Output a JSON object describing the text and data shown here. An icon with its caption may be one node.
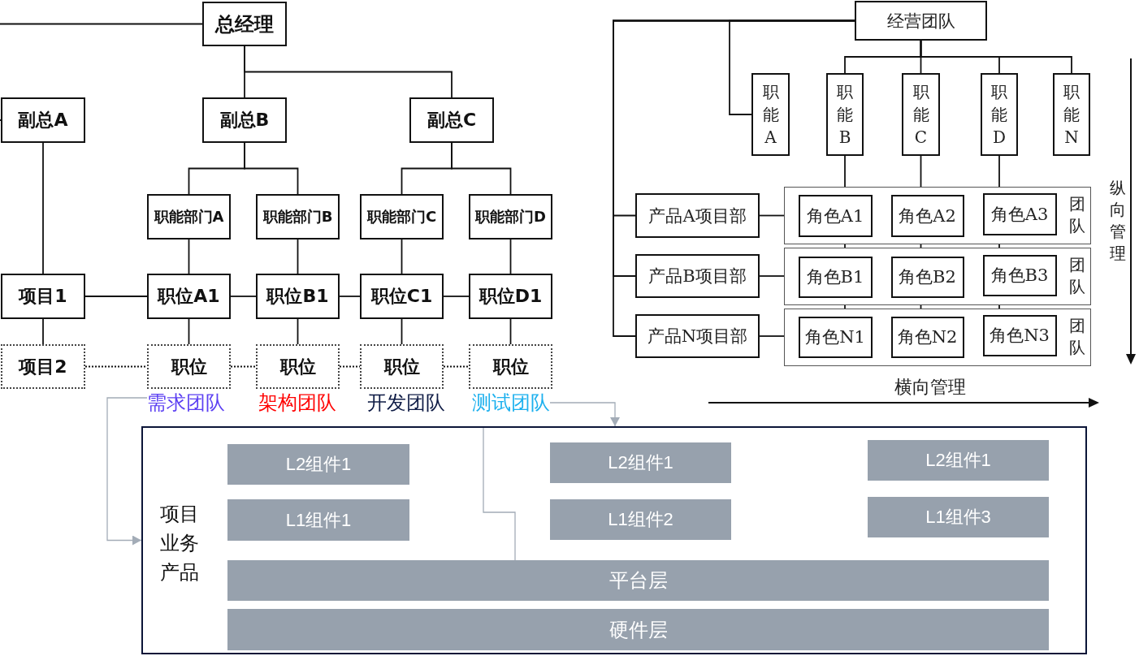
{
  "diagram": {
    "nodes": [
      {
        "text": [
          "总经理"
        ]
      },
      {
        "text": [
          "副总A"
        ]
      },
      {
        "text": [
          "副总B"
        ]
      },
      {
        "text": [
          "副总C"
        ]
      },
      {
        "text": [
          "职能部门A"
        ]
      },
      {
        "text": [
          "职能部门B"
        ]
      },
      {
        "text": [
          "职能部门C"
        ]
      },
      {
        "text": [
          "职能部门D"
        ]
      },
      {
        "text": [
          "项目1"
        ]
      },
      {
        "text": [
          "职位A1"
        ]
      },
      {
        "text": [
          "职位B1"
        ]
      },
      {
        "text": [
          "职位C1"
        ]
      },
      {
        "text": [
          "职位D1"
        ]
      },
      {
        "text": [
          "项目2"
        ]
      },
      {
        "text": [
          "职位"
        ]
      },
      {
        "text": [
          "职位"
        ]
      },
      {
        "text": [
          "职位"
        ]
      },
      {
        "text": [
          "职位"
        ]
      },
      {
        "text": [
          "需求团队"
        ]
      },
      {
        "text": [
          "测试团队"
        ]
      },
      {
        "text": [
          "经营团队"
        ]
      },
      {
        "text": [
          "职能A"
        ]
      },
      {
        "text": [
          "职能B"
        ]
      },
      {
        "text": [
          "职能C"
        ]
      },
      {
        "text": [
          "职能D"
        ]
      },
      {
        "text": [
          "职能N"
        ]
      },
      {
        "text": [
          "产品A项目部"
        ]
      },
      {
        "text": [
          "团队"
        ]
      },
      {
        "text": [
          "角色A1"
        ],
        "in": 27
      },
      {
        "text": [
          "角色A2"
        ],
        "in": 27
      },
      {
        "text": [
          "角色A3"
        ],
        "in": 27
      },
      {
        "text": [
          "产品B项目部"
        ]
      },
      {
        "text": [
          "团队"
        ]
      },
      {
        "text": [
          "角色B1"
        ],
        "in": 32
      },
      {
        "text": [
          "角色B2"
        ],
        "in": 32
      },
      {
        "text": [
          "角色B3"
        ],
        "in": 32
      },
      {
        "text": [
          "产品N项目部"
        ]
      },
      {
        "text": [
          "团队"
        ]
      },
      {
        "text": [
          "角色N1"
        ],
        "in": 37
      },
      {
        "text": [
          "角色N2"
        ],
        "in": 37
      },
      {
        "text": [
          "角色N3"
        ],
        "in": 37
      },
      {
        "text": [
          "项目业务产品"
        ]
      },
      {
        "text": [
          "L2组件1"
        ],
        "in": 41
      },
      {
        "text": [
          "L2组件1"
        ],
        "in": 41
      },
      {
        "text": [
          "L2组件1"
        ],
        "in": 41
      },
      {
        "text": [
          "L1组件1"
        ],
        "in": 41
      },
      {
        "text": [
          "L1组件2"
        ],
        "in": 41
      },
      {
        "text": [
          "L1组件3"
        ],
        "in": 41
      },
      {
        "text": [
          "平台层"
        ],
        "in": 41
      },
      {
        "text": [
          "硬件层"
        ],
        "in": 41
      }
    ],
    "edges": [
      {
        "from": 0,
        "to": 1,
        "arrow": "none"
      },
      {
        "from": 0,
        "to": 2,
        "arrow": "none"
      },
      {
        "from": 0,
        "to": 3,
        "arrow": "none"
      },
      {
        "from": 1,
        "to": 8,
        "arrow": "none"
      },
      {
        "from": 2,
        "to": 4,
        "arrow": "none"
      },
      {
        "from": 2,
        "to": 5,
        "arrow": "none"
      },
      {
        "from": 3,
        "to": 6,
        "arrow": "none"
      },
      {
        "from": 3,
        "to": 7,
        "arrow": "none"
      },
      {
        "from": 4,
        "to": 9,
        "arrow": "none"
      },
      {
        "from": 5,
        "to": 10,
        "arrow": "none"
      },
      {
        "from": 6,
        "to": 11,
        "arrow": "none"
      },
      {
        "from": 7,
        "to": 12,
        "arrow": "none"
      },
      {
        "from": 8,
        "to": 9,
        "arrow": "none"
      },
      {
        "from": 9,
        "to": 10,
        "arrow": "none"
      },
      {
        "from": 10,
        "to": 11,
        "arrow": "none"
      },
      {
        "from": 11,
        "to": 12,
        "arrow": "none"
      },
      {
        "from": 8,
        "to": 13,
        "arrow": "none"
      },
      {
        "from": 9,
        "to": 14,
        "arrow": "none"
      },
      {
        "from": 10,
        "to": 15,
        "arrow": "none"
      },
      {
        "from": 11,
        "to": 16,
        "arrow": "none"
      },
      {
        "from": 12,
        "to": 17,
        "arrow": "none"
      },
      {
        "from": 13,
        "to": 14,
        "arrow": "none",
        "style": "dashed"
      },
      {
        "from": 14,
        "to": 15,
        "arrow": "none",
        "style": "dashed"
      },
      {
        "from": 15,
        "to": 16,
        "arrow": "none",
        "style": "dashed"
      },
      {
        "from": 16,
        "to": 17,
        "arrow": "none",
        "style": "dashed"
      },
      {
        "from": 18,
        "to": 41,
        "arrow": "to",
        "color": "#a3acb7"
      },
      {
        "from": 19,
        "to": 41,
        "arrow": "to",
        "color": "#a3acb7"
      },
      {
        "from": 41,
        "to": 48,
        "arrow": "none",
        "color": "#a3acb7"
      },
      {
        "from": 20,
        "to": 21,
        "arrow": "none"
      },
      {
        "from": 20,
        "to": 22,
        "arrow": "none"
      },
      {
        "from": 20,
        "to": 23,
        "arrow": "none"
      },
      {
        "from": 20,
        "to": 24,
        "arrow": "none"
      },
      {
        "from": 20,
        "to": 25,
        "arrow": "none"
      },
      {
        "from": 20,
        "to": 26,
        "arrow": "none"
      },
      {
        "from": 20,
        "to": 31,
        "arrow": "none"
      },
      {
        "from": 20,
        "to": 36,
        "arrow": "none"
      },
      {
        "from": 26,
        "to": 27,
        "arrow": "none"
      },
      {
        "from": 31,
        "to": 32,
        "arrow": "none"
      },
      {
        "from": 36,
        "to": 37,
        "arrow": "none"
      },
      {
        "from": 22,
        "to": 27,
        "arrow": "none"
      },
      {
        "from": 23,
        "to": 27,
        "arrow": "none"
      },
      {
        "from": 24,
        "to": 27,
        "arrow": "none"
      },
      {
        "from": 27,
        "to": 32,
        "arrow": "none"
      },
      {
        "from": 27,
        "to": 32,
        "arrow": "none"
      },
      {
        "from": 27,
        "to": 32,
        "arrow": "none"
      },
      {
        "from": 32,
        "to": 37,
        "arrow": "none"
      },
      {
        "from": 32,
        "to": 37,
        "arrow": "none"
      },
      {
        "from": 32,
        "to": 37,
        "arrow": "none"
      }
    ],
    "labels": [
      "架构团队",
      "开发团队",
      "纵向管理",
      "横向管理"
    ]
  }
}
